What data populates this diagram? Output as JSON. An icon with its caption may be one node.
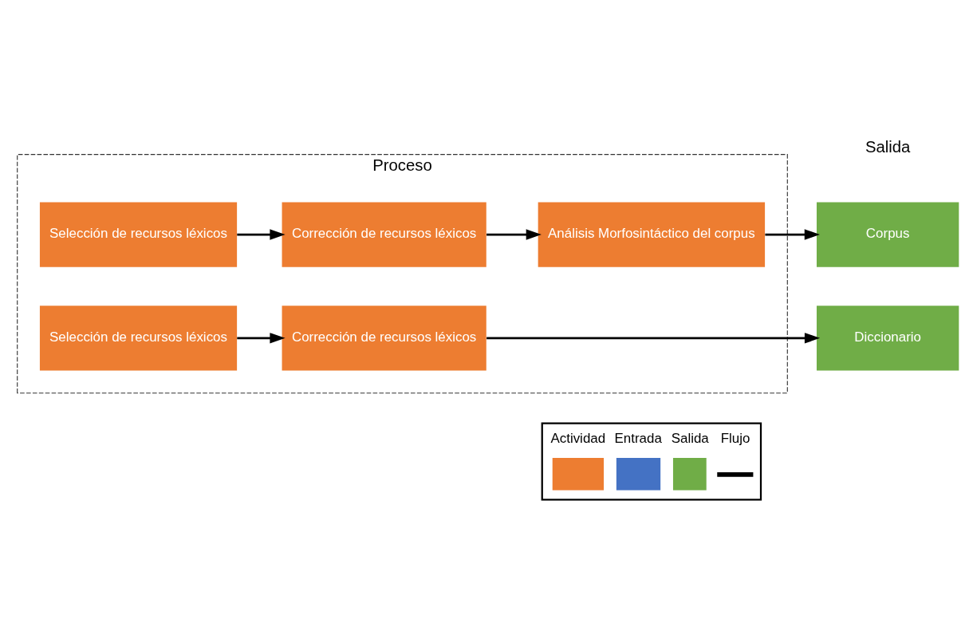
{
  "diagram": {
    "nodes": [
      {
        "text": [
          "Proceso"
        ]
      },
      {
        "text": [
          "Selección de recursos léxicos"
        ],
        "in": 0
      },
      {
        "text": [
          "Corrección de recursos léxicos"
        ],
        "in": 0
      },
      {
        "text": [
          "Análisis Morfosintáctico del corpus"
        ],
        "in": 0
      },
      {
        "text": [
          "Selección de recursos léxicos"
        ],
        "in": 0
      },
      {
        "text": [
          "Corrección de recursos léxicos"
        ],
        "in": 0
      },
      {
        "text": [
          "Corpus"
        ]
      },
      {
        "text": [
          "Diccionario"
        ]
      }
    ],
    "edges": [
      {
        "from": 1,
        "to": 2,
        "arrow": "to"
      },
      {
        "from": 2,
        "to": 3,
        "arrow": "to"
      },
      {
        "from": 3,
        "to": 6,
        "arrow": "to"
      },
      {
        "from": 4,
        "to": 5,
        "arrow": "to"
      },
      {
        "from": 5,
        "to": 7,
        "arrow": "to"
      }
    ],
    "labels": [
      "Salida"
    ],
    "legend": [
      {
        "text": "Actividad",
        "color": "#ed7d31"
      },
      {
        "text": "Entrada",
        "color": "#4472c4"
      },
      {
        "text": "Salida",
        "color": "#70ad47"
      },
      {
        "text": "Flujo"
      }
    ]
  }
}
